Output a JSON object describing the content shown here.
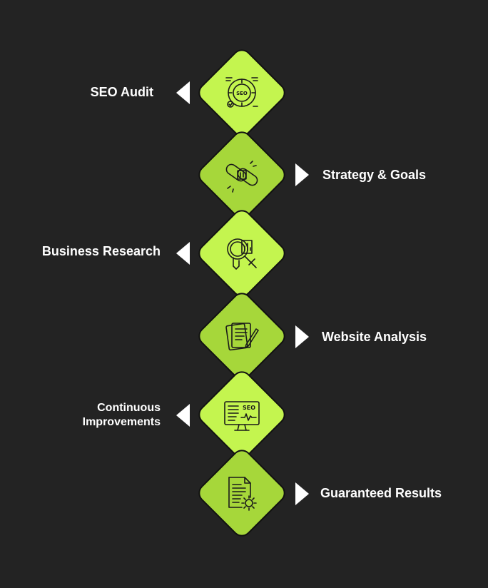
{
  "steps": [
    {
      "label": "SEO Audit",
      "side": "left",
      "icon": "seo-audit-icon"
    },
    {
      "label": "Strategy & Goals",
      "side": "right",
      "icon": "chain-link-icon"
    },
    {
      "label": "Business Research",
      "side": "left",
      "icon": "magnifier-chart-icon"
    },
    {
      "label": "Website Analysis",
      "side": "right",
      "icon": "documents-pen-icon"
    },
    {
      "label": "Continuous\nImprovements",
      "side": "left",
      "icon": "seo-monitor-icon"
    },
    {
      "label": "Guaranteed Results",
      "side": "right",
      "icon": "document-gear-icon"
    }
  ],
  "icon_text": {
    "seo_badge": "SEO",
    "monitor_seo": "SEO"
  },
  "colors": {
    "background": "#232323",
    "diamond_light": "#c4f54f",
    "diamond_dark": "#a6d73a",
    "text": "#ffffff"
  }
}
